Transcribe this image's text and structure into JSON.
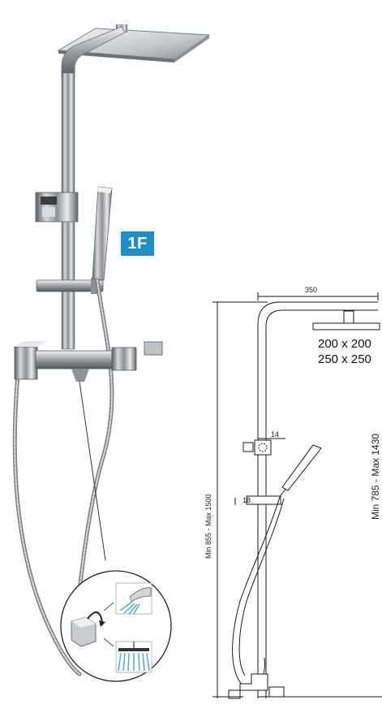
{
  "product": {
    "badge_label": "1F",
    "badge_color": "#1f8ec9"
  },
  "dimensions": {
    "arm_length": "350",
    "head_size_1": "200 x 200",
    "head_size_2": "250 x 250",
    "pipe_diameter": "14",
    "slide_diameter": "18",
    "height_range": "Min 855 - Max 1500",
    "inner_height_range": "Min 785 - Max 1430"
  },
  "icons": {
    "diverter": "diverter-knob-icon",
    "hand_shower": "hand-shower-spray-icon",
    "overhead": "overhead-shower-spray-icon"
  }
}
